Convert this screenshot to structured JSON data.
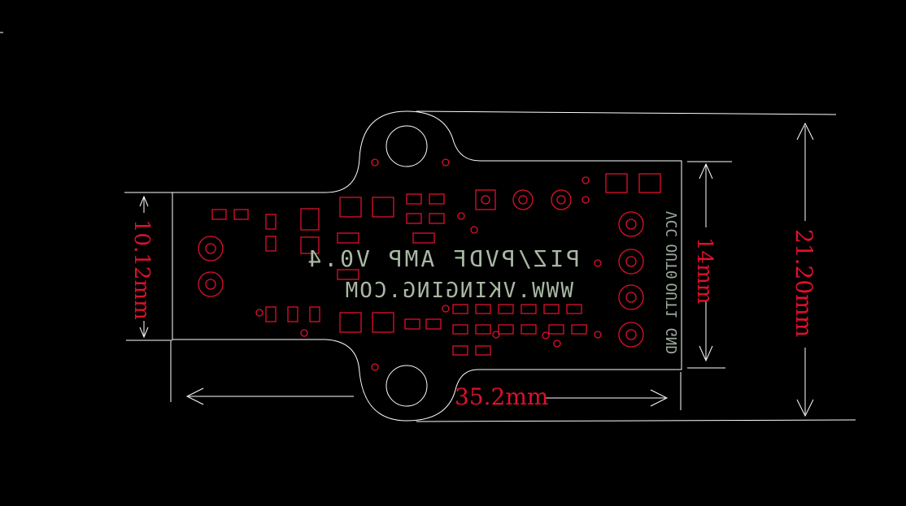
{
  "colors": {
    "background": "#000000",
    "outline": "#ffffff",
    "pad": "#e0102c",
    "silkscreen": "#a9b8a4",
    "dimension_text": "#e0102c"
  },
  "dimensions": {
    "overall_width": "35.2mm",
    "overall_height": "21.20mm",
    "right_section_height": "14mm",
    "left_tab_height": "10.12mm"
  },
  "silkscreen": {
    "title_line": "PIZ/PVDF AMP V0.4",
    "website_line": "WWW.VKINGING.COM",
    "pin_labels": [
      "VCC",
      "OUT0",
      "OUT1",
      "GND"
    ]
  }
}
